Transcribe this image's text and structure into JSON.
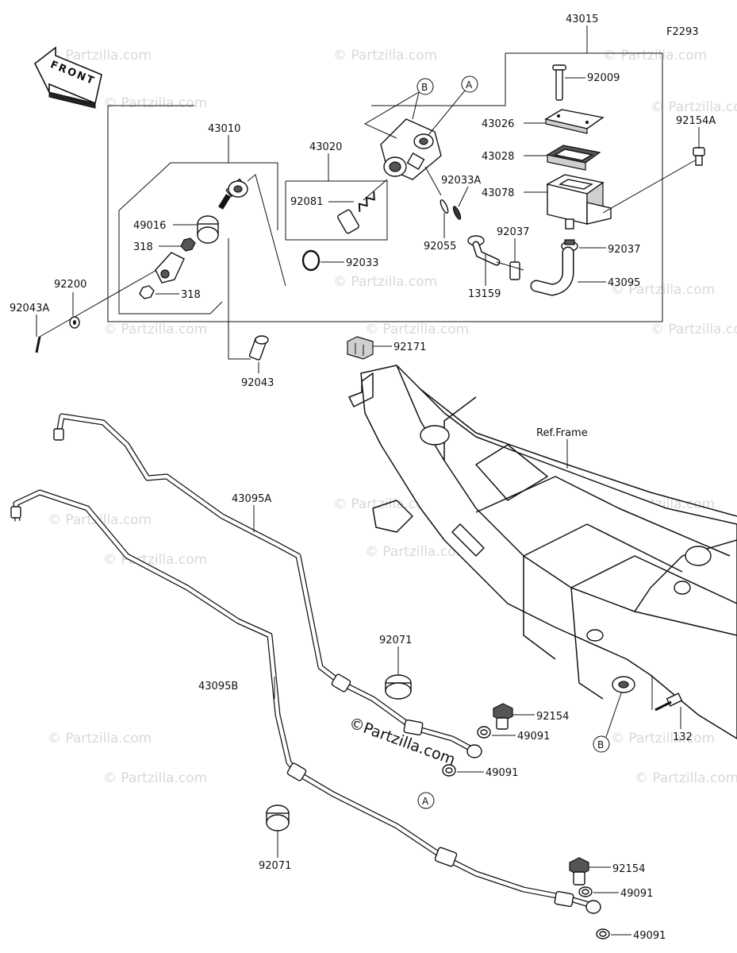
{
  "figure_code": "F2293",
  "front_label": "FRONT",
  "copyright_text": "©Partzilla.com",
  "watermark_text": "© Partzilla.com",
  "ref_frame": "Ref.Frame",
  "callouts": {
    "a": "A",
    "b": "B"
  },
  "labels": {
    "p43015": "43015",
    "p92009": "92009",
    "p43026": "43026",
    "p43028": "43028",
    "p43078": "43078",
    "p92154A": "92154A",
    "p43010": "43010",
    "p43020": "43020",
    "p92081": "92081",
    "p49016": "49016",
    "p318a": "318",
    "p318b": "318",
    "p92033": "92033",
    "p92033A": "92033A",
    "p92055": "92055",
    "p92037a": "92037",
    "p92037b": "92037",
    "p13159": "13159",
    "p43095": "43095",
    "p92200": "92200",
    "p92043A": "92043A",
    "p92043": "92043",
    "p92171": "92171",
    "p43095A": "43095A",
    "p43095B": "43095B",
    "p92071a": "92071",
    "p92071b": "92071",
    "p92154a": "92154",
    "p92154b": "92154",
    "p49091a": "49091",
    "p49091b": "49091",
    "p49091c": "49091",
    "p49091d": "49091",
    "p132": "132"
  }
}
